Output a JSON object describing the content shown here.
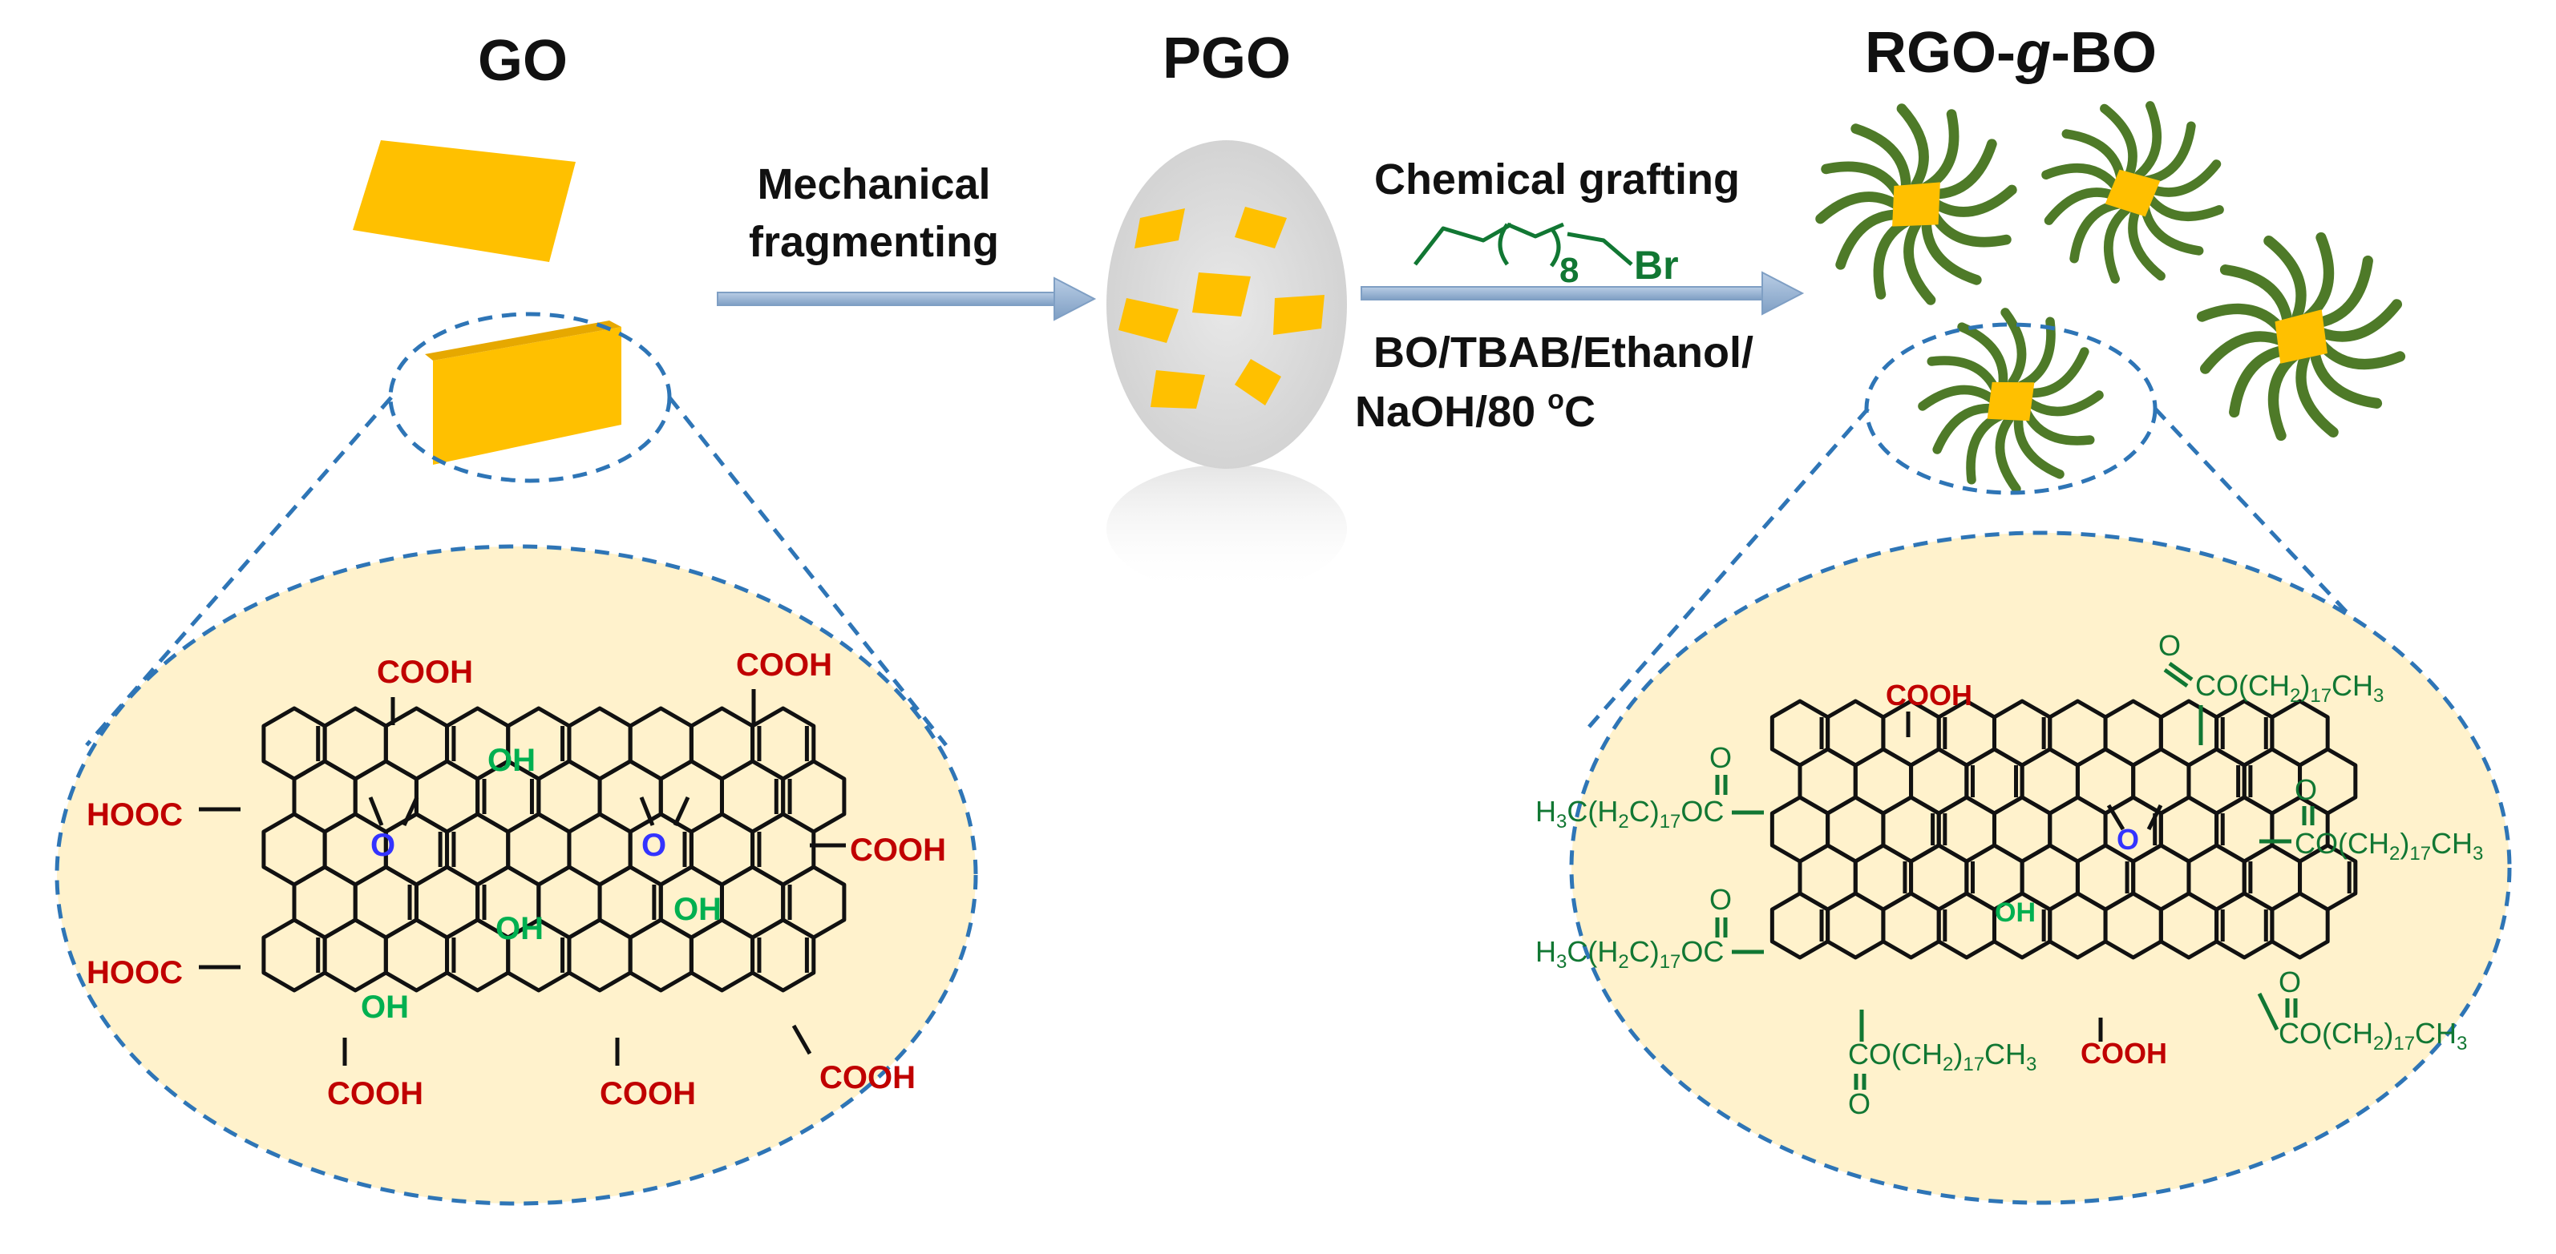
{
  "colors": {
    "flake": "#FFC000",
    "flake_dark": "#E6A800",
    "lens_fill": "#FFF2CC",
    "dash": "#2E75B6",
    "arrow": "#8FAAC8",
    "chain": "#4E7A28",
    "red_label": "#C00000",
    "green_label": "#00B050",
    "dark_green_label": "#117733",
    "epoxide": "#3333FF"
  },
  "titles": {
    "go": "GO",
    "pgo": "PGO",
    "rgo_pre": "RGO-",
    "rgo_g": "g",
    "rgo_post": "-BO"
  },
  "step1": {
    "line1": "Mechanical",
    "line2": "fragmenting"
  },
  "step2": {
    "line1": "Chemical grafting",
    "reagent_sub": "8",
    "reagent_br": "Br",
    "cond1": "BO/TBAB/Ethanol/",
    "cond2_pre": "NaOH/80 ",
    "cond2_sup": "o",
    "cond2_post": "C"
  },
  "go_labels": {
    "cooh": "COOH",
    "hooc": "HOOC",
    "oh": "OH",
    "o": "O"
  },
  "rgo_labels": {
    "cooh": "COOH",
    "oh": "OH",
    "o": "O",
    "ester_o": "O",
    "ester_right": "CO(CH",
    "ester_right_sub2": "2",
    "ester_right_close": ")",
    "ester_right_sub17": "17",
    "ester_right_ch": "CH",
    "ester_right_sub3": "3",
    "ester_left_h": "H",
    "ester_left_sub3": "3",
    "ester_left_c": "C(H",
    "ester_left_sub2": "2",
    "ester_left_cclose": "C)",
    "ester_left_sub17": "17",
    "ester_left_oc": "OC"
  }
}
